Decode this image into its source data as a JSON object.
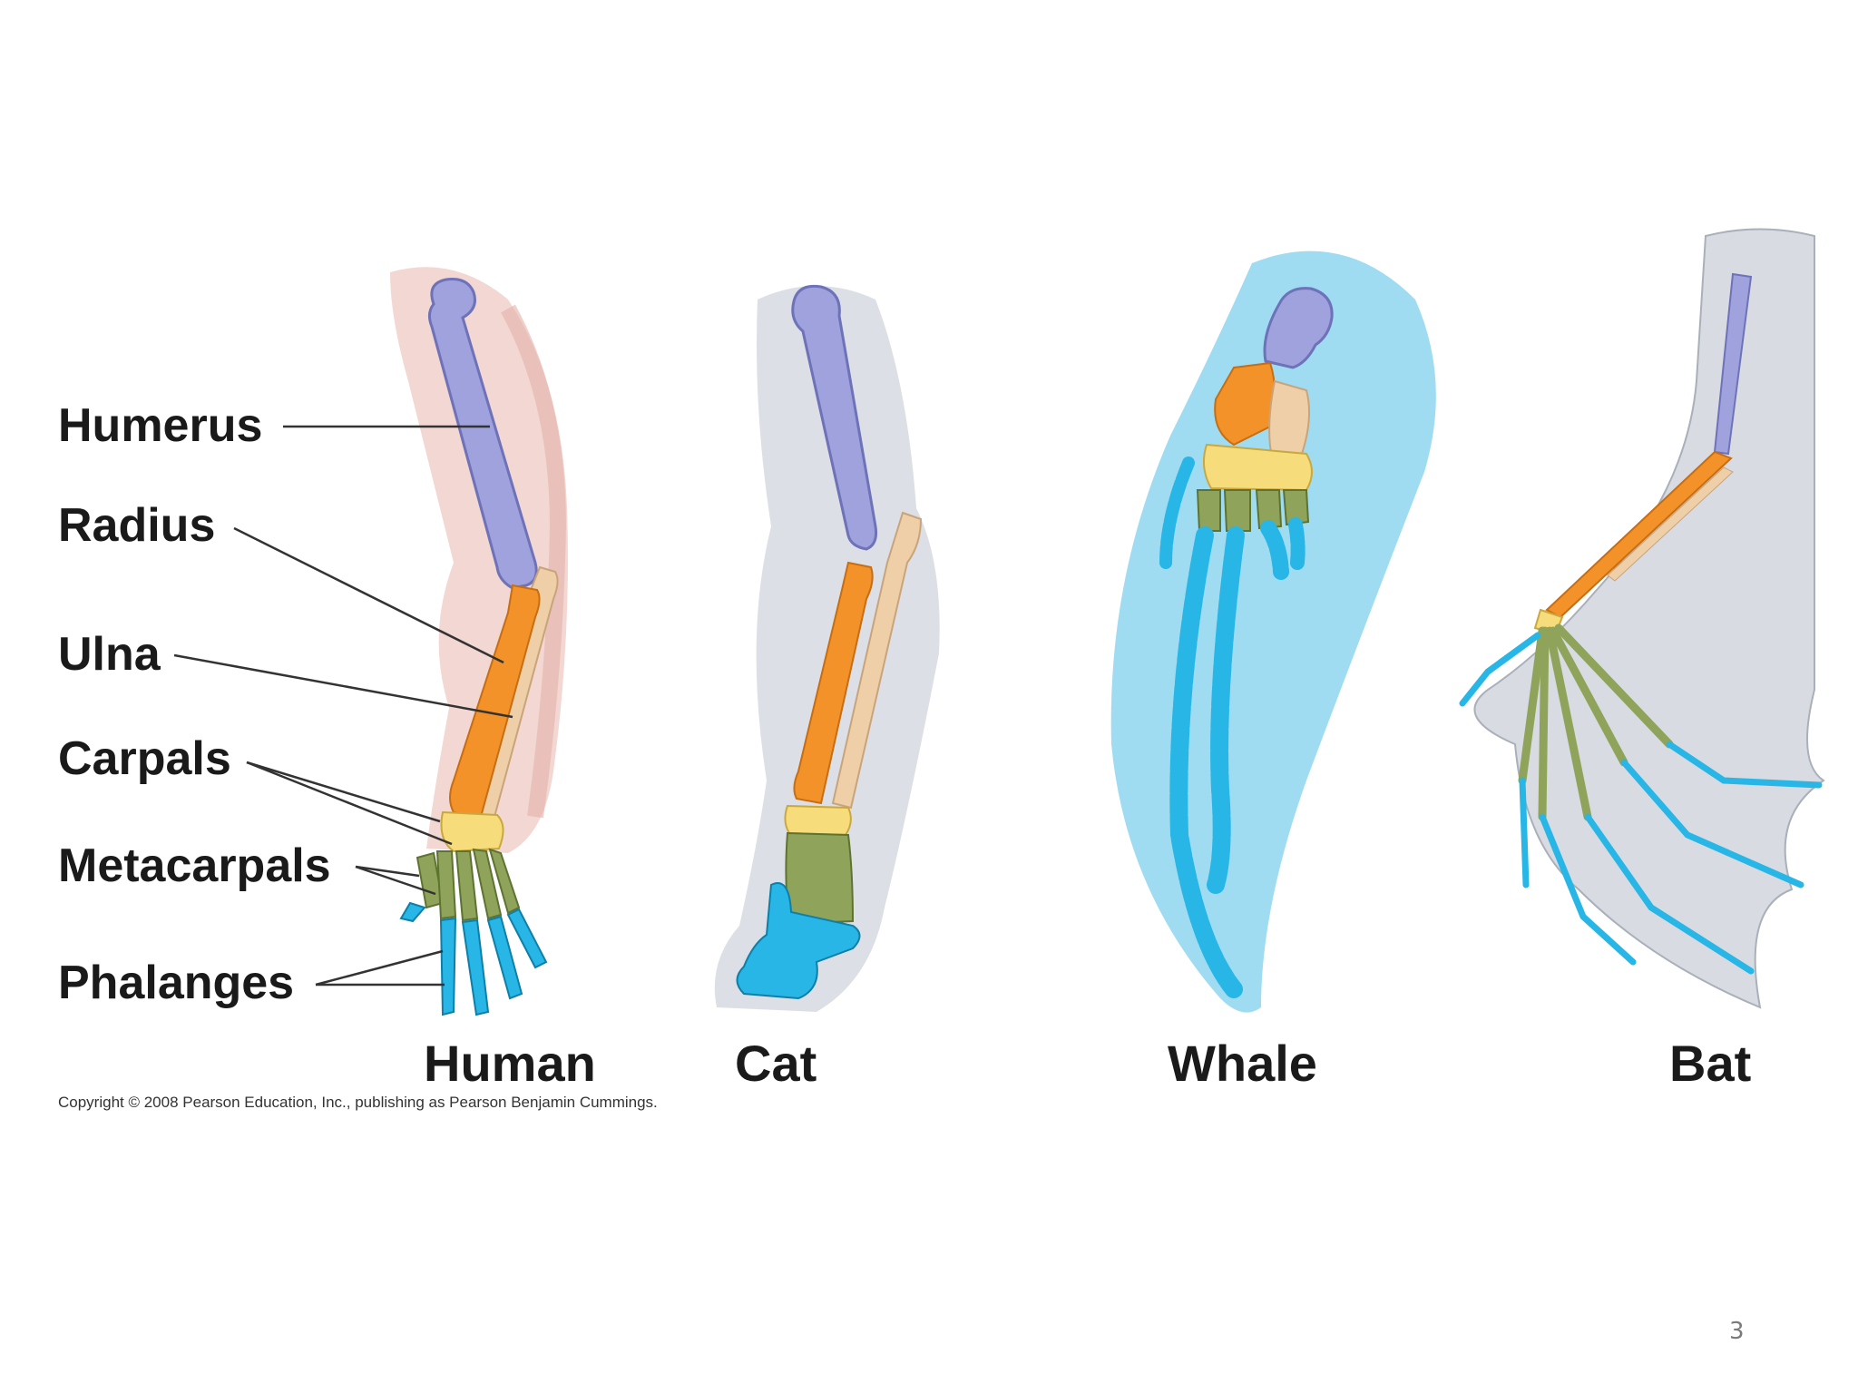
{
  "bone_labels": {
    "humerus": "Humerus",
    "radius": "Radius",
    "ulna": "Ulna",
    "carpals": "Carpals",
    "metacarpals": "Metacarpals",
    "phalanges": "Phalanges"
  },
  "species": {
    "human": "Human",
    "cat": "Cat",
    "whale": "Whale",
    "bat": "Bat"
  },
  "copyright": "Copyright © 2008 Pearson Education, Inc., publishing as Pearson Benjamin Cummings.",
  "page_number": "3",
  "colors": {
    "humerus": "#9fa2dd",
    "radius": "#f4922a",
    "ulna": "#eecfa8",
    "carpals": "#f6dc7a",
    "metacarpals": "#8fa45a",
    "phalanges": "#27b6e6",
    "human_skin": "#f1d3cd",
    "cat_fur": "#d9dce3",
    "whale_flipper": "#7fd0ee",
    "bat_wing": "#d8dbe1"
  }
}
